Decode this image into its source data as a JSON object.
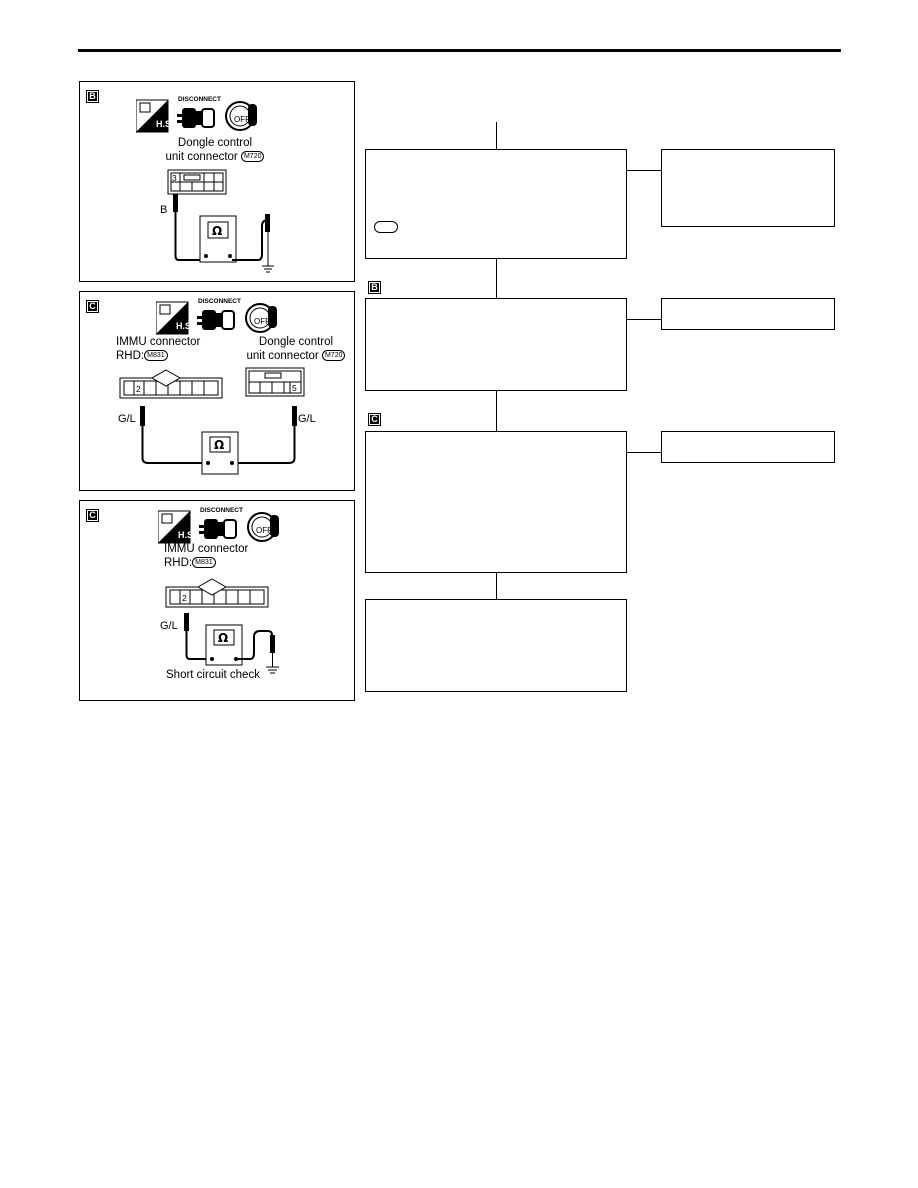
{
  "panels": [
    {
      "tag": "B",
      "connector_label_1": "Dongle control",
      "connector_label_2": "unit connector",
      "connector_id": "M720",
      "pin": "3",
      "wire_color": "B"
    },
    {
      "tag": "C",
      "immu_label_1": "IMMU connector",
      "immu_label_2": "RHD:",
      "immu_id": "M831",
      "dongle_label_1": "Dongle control",
      "dongle_label_2": "unit connector",
      "dongle_id": "M720",
      "pin_left": "2",
      "pin_right": "5",
      "wire_left": "G/L",
      "wire_right": "G/L"
    },
    {
      "tag": "C",
      "immu_label_1": "IMMU connector",
      "immu_label_2": "RHD:",
      "immu_id": "M831",
      "pin": "2",
      "wire_color": "G/L",
      "caption": "Short circuit check"
    }
  ],
  "icons": {
    "hs_text": "H.S.",
    "disconnect_text": "DISCONNECT",
    "off_text": "OFF",
    "ohm_symbol": "Ω"
  },
  "flow_tags": [
    "B",
    "C"
  ]
}
